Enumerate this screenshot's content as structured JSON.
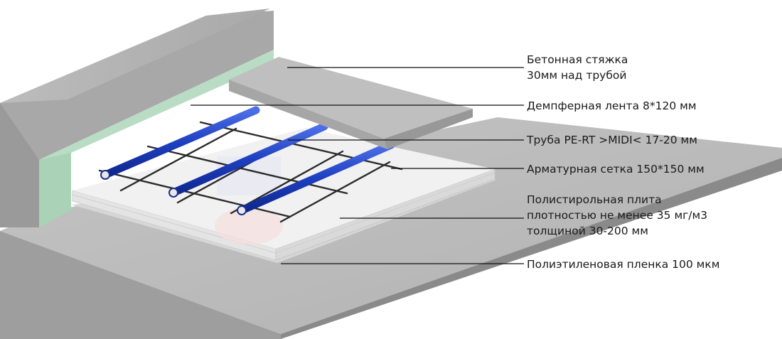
{
  "diagram": {
    "layers": [
      {
        "id": "screed",
        "lines": [
          "Бетонная стяжка",
          "30мм над трубой"
        ]
      },
      {
        "id": "damper",
        "lines": [
          "Демпферная лента 8*120 мм"
        ]
      },
      {
        "id": "pipe",
        "lines": [
          "Труба PE-RT >MIDI< 17-20 мм"
        ]
      },
      {
        "id": "mesh",
        "lines": [
          "Арматурная сетка 150*150 мм"
        ]
      },
      {
        "id": "polystyrene",
        "lines": [
          "Полистирольная плита",
          "плотностью не менее 35 мг/м3",
          "толщиной 30-200 мм"
        ]
      },
      {
        "id": "film",
        "lines": [
          "Полиэтиленовая пленка 100 мкм"
        ]
      }
    ],
    "colors": {
      "concrete_light": "#bdbdbd",
      "concrete_mid": "#a6a6a6",
      "concrete_dark": "#8e8e8e",
      "damper_green": "#b9dcc4",
      "pipe_blue": "#1e3fc0",
      "mesh_bar": "#2b2b2b",
      "insulation": "#ececec",
      "leader_line": "#111111"
    }
  }
}
